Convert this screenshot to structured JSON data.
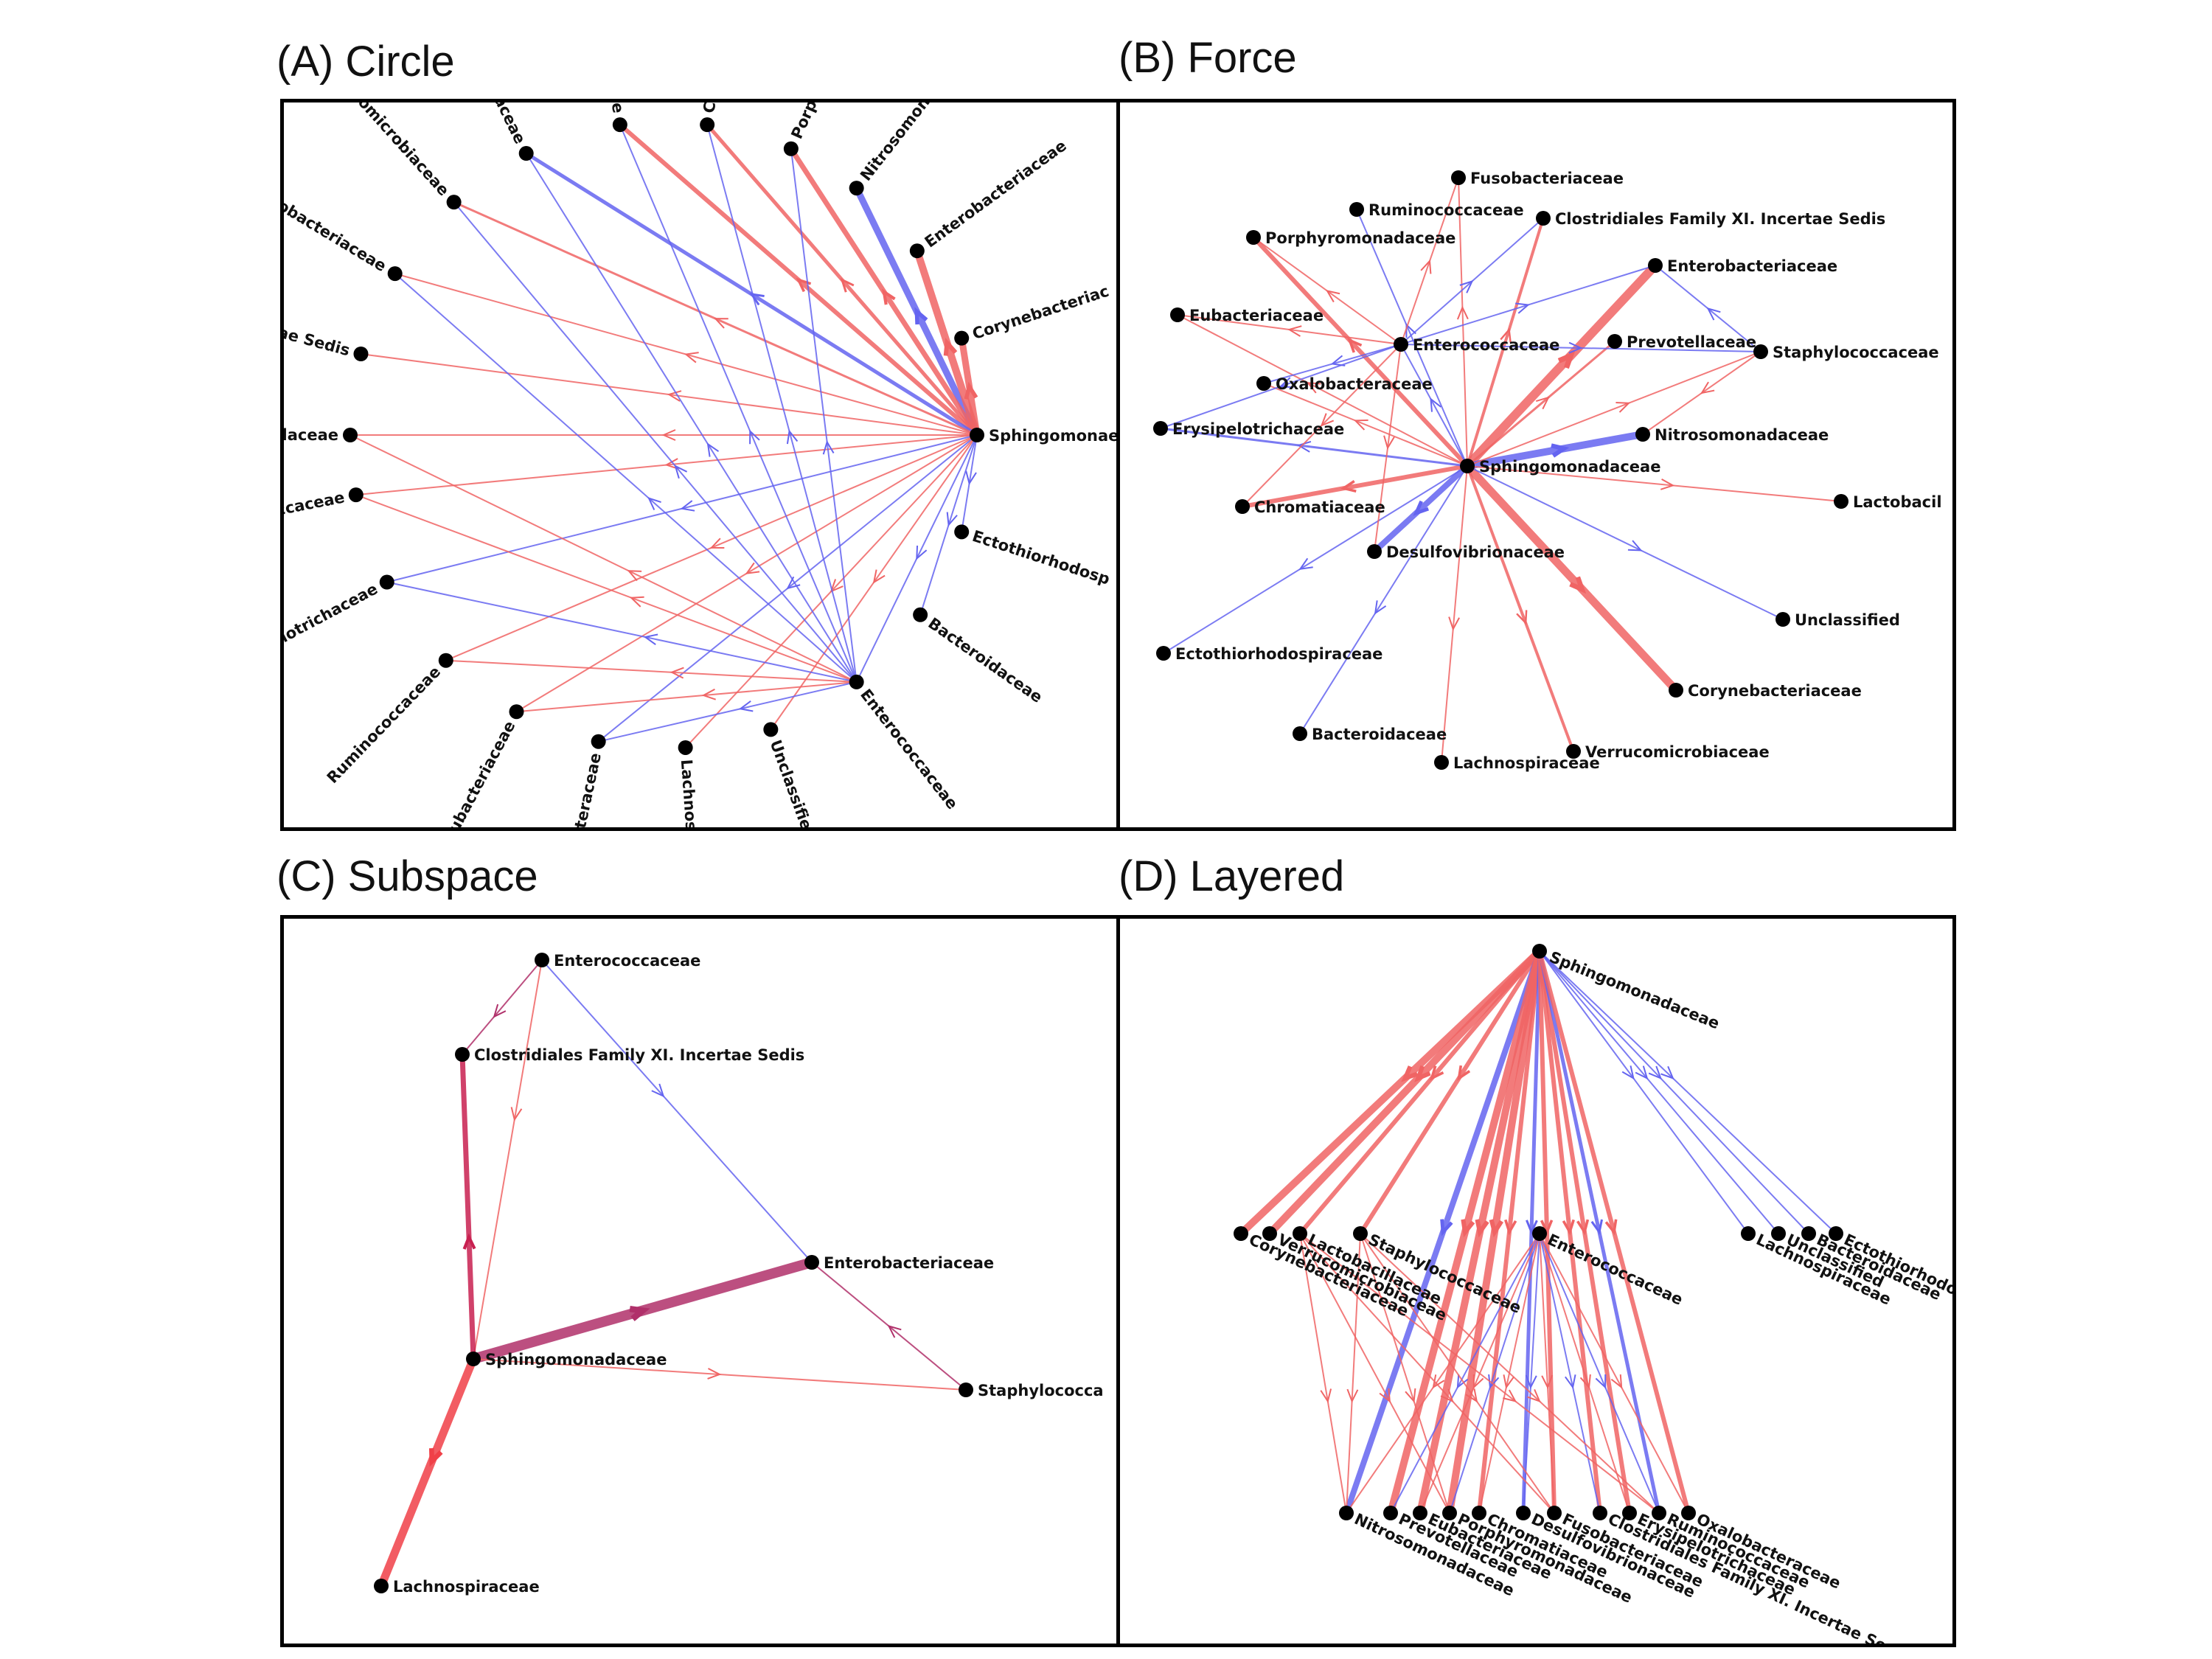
{
  "colors": {
    "positive": "#f06464",
    "negative": "#6464f0",
    "mixed": "#b0306a",
    "node": "#000000"
  },
  "panels": [
    {
      "title": "(A) Circle"
    },
    {
      "title": "(B) Force"
    },
    {
      "title": "(C) Subspace"
    },
    {
      "title": "(D) Layered"
    }
  ],
  "circle": {
    "hub": "Sphingomonae",
    "hub2": "Enterococcaceae",
    "nodes": [
      "Nitrosomonadaceae",
      "Enterobacteriaceae",
      "Corynebacteriac",
      "Ectothiorhodosp",
      "Bacteroidaceae",
      "Unclassified",
      "Lachnospirac",
      "obacteraceae",
      "Eubacteriaceae",
      "Ruminococcaceae",
      "Erysipelotrichaceae",
      "phylococcaceae",
      "ctobacillaceae",
      ". Incertae Sedis",
      "Fusobacteriaceae",
      "rrucomicrobiaceae",
      "rionaceae",
      "laceae",
      "Chrom",
      "Porphyron"
    ]
  },
  "force": {
    "nodes": [
      "Fusobacteriaceae",
      "Ruminococcaceae",
      "Clostridiales Family XI. Incertae Sedis",
      "Porphyromonadaceae",
      "Enterobacteriaceae",
      "Eubacteriaceae",
      "Enterococcaceae",
      "Prevotellaceae",
      "Staphylococcaceae",
      "Oxalobacteraceae",
      "Erysipelotrichaceae",
      "Nitrosomonadaceae",
      "Sphingomonadaceae",
      "Chromatiaceae",
      "Lactobacil",
      "Desulfovibrionaceae",
      "Unclassified",
      "Ectothiorhodospiraceae",
      "Corynebacteriaceae",
      "Bacteroidaceae",
      "Verrucomicrobiaceae",
      "Lachnospiraceae"
    ]
  },
  "subspace": {
    "nodes": [
      "Enterococcaceae",
      "Clostridiales Family XI. Incertae Sedis",
      "Enterobacteriaceae",
      "Sphingomonadaceae",
      "Staphylococca",
      "Lachnospiraceae"
    ]
  },
  "layered": {
    "root": "Sphingomonadaceae",
    "mid": [
      "Corynebacteriaceae",
      "Verrucomicrobiaceae",
      "Lactobacillaceae",
      "Staphylococcaceae",
      "Enterococcaceae",
      "Lachnospiraceae",
      "Unclassified",
      "Bacteroidaceae",
      "Ectothiorhodospiraceae"
    ],
    "bottom": [
      "Nitrosomonadaceae",
      "Prevotellaceae",
      "Eubacteriaceae",
      "Porphyromonadaceae",
      "Chromatiaceae",
      "Desulfovibrionaceae",
      "Fusobacteriaceae",
      "Clostridiales Family XI. Incertae Sedis",
      "Erysipelotrichaceae",
      "Ruminococcaceae",
      "Oxalobacteraceae"
    ]
  }
}
